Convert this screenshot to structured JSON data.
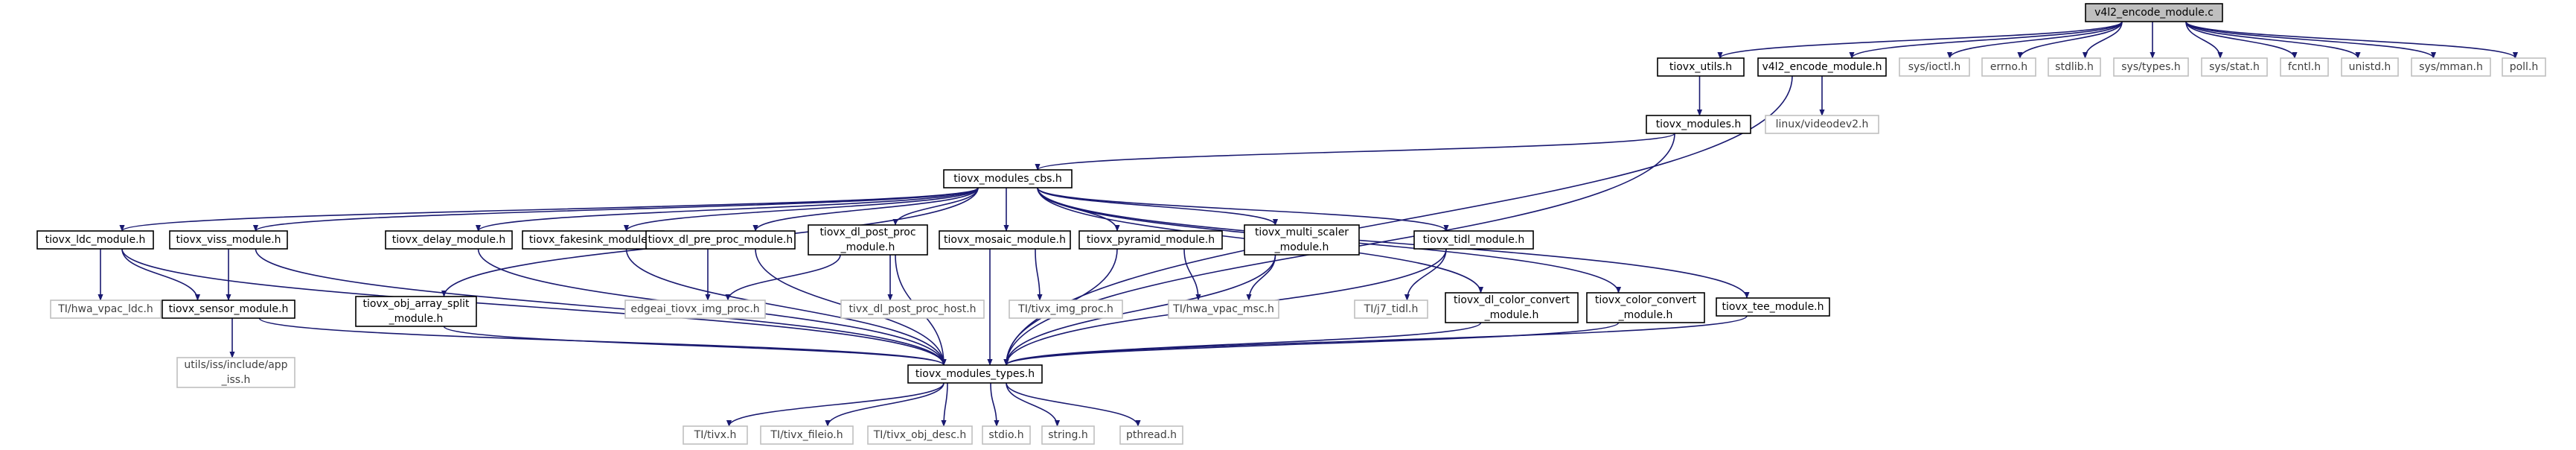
{
  "colors": {
    "edge": "#191970",
    "node_border_documented": "#000000",
    "node_border_external": "#bfbfbf",
    "node_text_documented": "#000000",
    "node_text_external": "#3f3f3f",
    "root_fill": "#bfbfbf",
    "node_fill": "#ffffff"
  },
  "nodes": [
    {
      "id": "root",
      "label": "v4l2_encode_module.c",
      "kind": "root"
    },
    {
      "id": "tiovx_utils",
      "label": "tiovx_utils.h",
      "kind": "documented"
    },
    {
      "id": "v4l2_encode_h",
      "label": "v4l2_encode_module.h",
      "kind": "documented"
    },
    {
      "id": "sys_ioctl",
      "label": "sys/ioctl.h",
      "kind": "external"
    },
    {
      "id": "errno",
      "label": "errno.h",
      "kind": "external"
    },
    {
      "id": "stdlib",
      "label": "stdlib.h",
      "kind": "external"
    },
    {
      "id": "sys_types",
      "label": "sys/types.h",
      "kind": "external"
    },
    {
      "id": "sys_stat",
      "label": "sys/stat.h",
      "kind": "external"
    },
    {
      "id": "fcntl",
      "label": "fcntl.h",
      "kind": "external"
    },
    {
      "id": "unistd",
      "label": "unistd.h",
      "kind": "external"
    },
    {
      "id": "sys_mman",
      "label": "sys/mman.h",
      "kind": "external"
    },
    {
      "id": "poll",
      "label": "poll.h",
      "kind": "external"
    },
    {
      "id": "tiovx_modules",
      "label": "tiovx_modules.h",
      "kind": "documented"
    },
    {
      "id": "videodev2",
      "label": "linux/videodev2.h",
      "kind": "external"
    },
    {
      "id": "cbs",
      "label": "tiovx_modules_cbs.h",
      "kind": "documented"
    },
    {
      "id": "ldc",
      "label": "tiovx_ldc_module.h",
      "kind": "documented"
    },
    {
      "id": "viss",
      "label": "tiovx_viss_module.h",
      "kind": "documented"
    },
    {
      "id": "obj_array",
      "label": [
        "tiovx_obj_array_split",
        "_module.h"
      ],
      "kind": "documented"
    },
    {
      "id": "delay",
      "label": "tiovx_delay_module.h",
      "kind": "documented"
    },
    {
      "id": "fakesink",
      "label": "tiovx_fakesink_module.h",
      "kind": "documented"
    },
    {
      "id": "dl_pre",
      "label": "tiovx_dl_pre_proc_module.h",
      "kind": "documented"
    },
    {
      "id": "dl_post",
      "label": [
        "tiovx_dl_post_proc",
        "_module.h"
      ],
      "kind": "documented"
    },
    {
      "id": "mosaic",
      "label": "tiovx_mosaic_module.h",
      "kind": "documented"
    },
    {
      "id": "pyramid",
      "label": "tiovx_pyramid_module.h",
      "kind": "documented"
    },
    {
      "id": "multi_scaler",
      "label": [
        "tiovx_multi_scaler",
        "_module.h"
      ],
      "kind": "documented"
    },
    {
      "id": "tidl",
      "label": "tiovx_tidl_module.h",
      "kind": "documented"
    },
    {
      "id": "dl_color",
      "label": [
        "tiovx_dl_color_convert",
        "_module.h"
      ],
      "kind": "documented"
    },
    {
      "id": "color_convert",
      "label": [
        "tiovx_color_convert",
        "_module.h"
      ],
      "kind": "documented"
    },
    {
      "id": "tee",
      "label": "tiovx_tee_module.h",
      "kind": "documented"
    },
    {
      "id": "hwa_ldc",
      "label": "TI/hwa_vpac_ldc.h",
      "kind": "external"
    },
    {
      "id": "sensor",
      "label": "tiovx_sensor_module.h",
      "kind": "documented"
    },
    {
      "id": "edgeai_img",
      "label": "edgeai_tiovx_img_proc.h",
      "kind": "external"
    },
    {
      "id": "dl_post_host",
      "label": "tivx_dl_post_proc_host.h",
      "kind": "external"
    },
    {
      "id": "tivx_img_proc",
      "label": "TI/tivx_img_proc.h",
      "kind": "external"
    },
    {
      "id": "hwa_msc",
      "label": "TI/hwa_vpac_msc.h",
      "kind": "external"
    },
    {
      "id": "j7_tidl",
      "label": "TI/j7_tidl.h",
      "kind": "external"
    },
    {
      "id": "app_iss",
      "label": [
        "utils/iss/include/app",
        "_iss.h"
      ],
      "kind": "external"
    },
    {
      "id": "types",
      "label": "tiovx_modules_types.h",
      "kind": "documented"
    },
    {
      "id": "tivx",
      "label": "TI/tivx.h",
      "kind": "external"
    },
    {
      "id": "fileio",
      "label": "TI/tivx_fileio.h",
      "kind": "external"
    },
    {
      "id": "obj_desc",
      "label": "TI/tivx_obj_desc.h",
      "kind": "external"
    },
    {
      "id": "stdio",
      "label": "stdio.h",
      "kind": "external"
    },
    {
      "id": "string",
      "label": "string.h",
      "kind": "external"
    },
    {
      "id": "pthread",
      "label": "pthread.h",
      "kind": "external"
    }
  ],
  "edges": [
    [
      "root",
      "tiovx_utils"
    ],
    [
      "root",
      "v4l2_encode_h"
    ],
    [
      "root",
      "sys_ioctl"
    ],
    [
      "root",
      "errno"
    ],
    [
      "root",
      "stdlib"
    ],
    [
      "root",
      "sys_types"
    ],
    [
      "root",
      "sys_stat"
    ],
    [
      "root",
      "fcntl"
    ],
    [
      "root",
      "unistd"
    ],
    [
      "root",
      "sys_mman"
    ],
    [
      "root",
      "poll"
    ],
    [
      "tiovx_utils",
      "tiovx_modules"
    ],
    [
      "v4l2_encode_h",
      "videodev2"
    ],
    [
      "v4l2_encode_h",
      "types"
    ],
    [
      "tiovx_modules",
      "cbs"
    ],
    [
      "tiovx_modules",
      "types"
    ],
    [
      "cbs",
      "ldc"
    ],
    [
      "cbs",
      "viss"
    ],
    [
      "cbs",
      "obj_array"
    ],
    [
      "cbs",
      "delay"
    ],
    [
      "cbs",
      "fakesink"
    ],
    [
      "cbs",
      "dl_pre"
    ],
    [
      "cbs",
      "dl_post"
    ],
    [
      "cbs",
      "mosaic"
    ],
    [
      "cbs",
      "pyramid"
    ],
    [
      "cbs",
      "multi_scaler"
    ],
    [
      "cbs",
      "tidl"
    ],
    [
      "cbs",
      "dl_color"
    ],
    [
      "cbs",
      "color_convert"
    ],
    [
      "cbs",
      "tee"
    ],
    [
      "ldc",
      "hwa_ldc"
    ],
    [
      "ldc",
      "sensor"
    ],
    [
      "ldc",
      "types"
    ],
    [
      "viss",
      "sensor"
    ],
    [
      "viss",
      "types"
    ],
    [
      "sensor",
      "app_iss"
    ],
    [
      "sensor",
      "types"
    ],
    [
      "obj_array",
      "types"
    ],
    [
      "delay",
      "types"
    ],
    [
      "fakesink",
      "types"
    ],
    [
      "dl_pre",
      "edgeai_img"
    ],
    [
      "dl_pre",
      "types"
    ],
    [
      "dl_post",
      "edgeai_img"
    ],
    [
      "dl_post",
      "dl_post_host"
    ],
    [
      "dl_post",
      "types"
    ],
    [
      "mosaic",
      "tivx_img_proc"
    ],
    [
      "mosaic",
      "types"
    ],
    [
      "pyramid",
      "hwa_msc"
    ],
    [
      "pyramid",
      "types"
    ],
    [
      "multi_scaler",
      "hwa_msc"
    ],
    [
      "multi_scaler",
      "types"
    ],
    [
      "tidl",
      "j7_tidl"
    ],
    [
      "tidl",
      "types"
    ],
    [
      "dl_color",
      "types"
    ],
    [
      "color_convert",
      "types"
    ],
    [
      "tee",
      "types"
    ],
    [
      "types",
      "tivx"
    ],
    [
      "types",
      "fileio"
    ],
    [
      "types",
      "obj_desc"
    ],
    [
      "types",
      "stdio"
    ],
    [
      "types",
      "string"
    ],
    [
      "types",
      "pthread"
    ]
  ]
}
